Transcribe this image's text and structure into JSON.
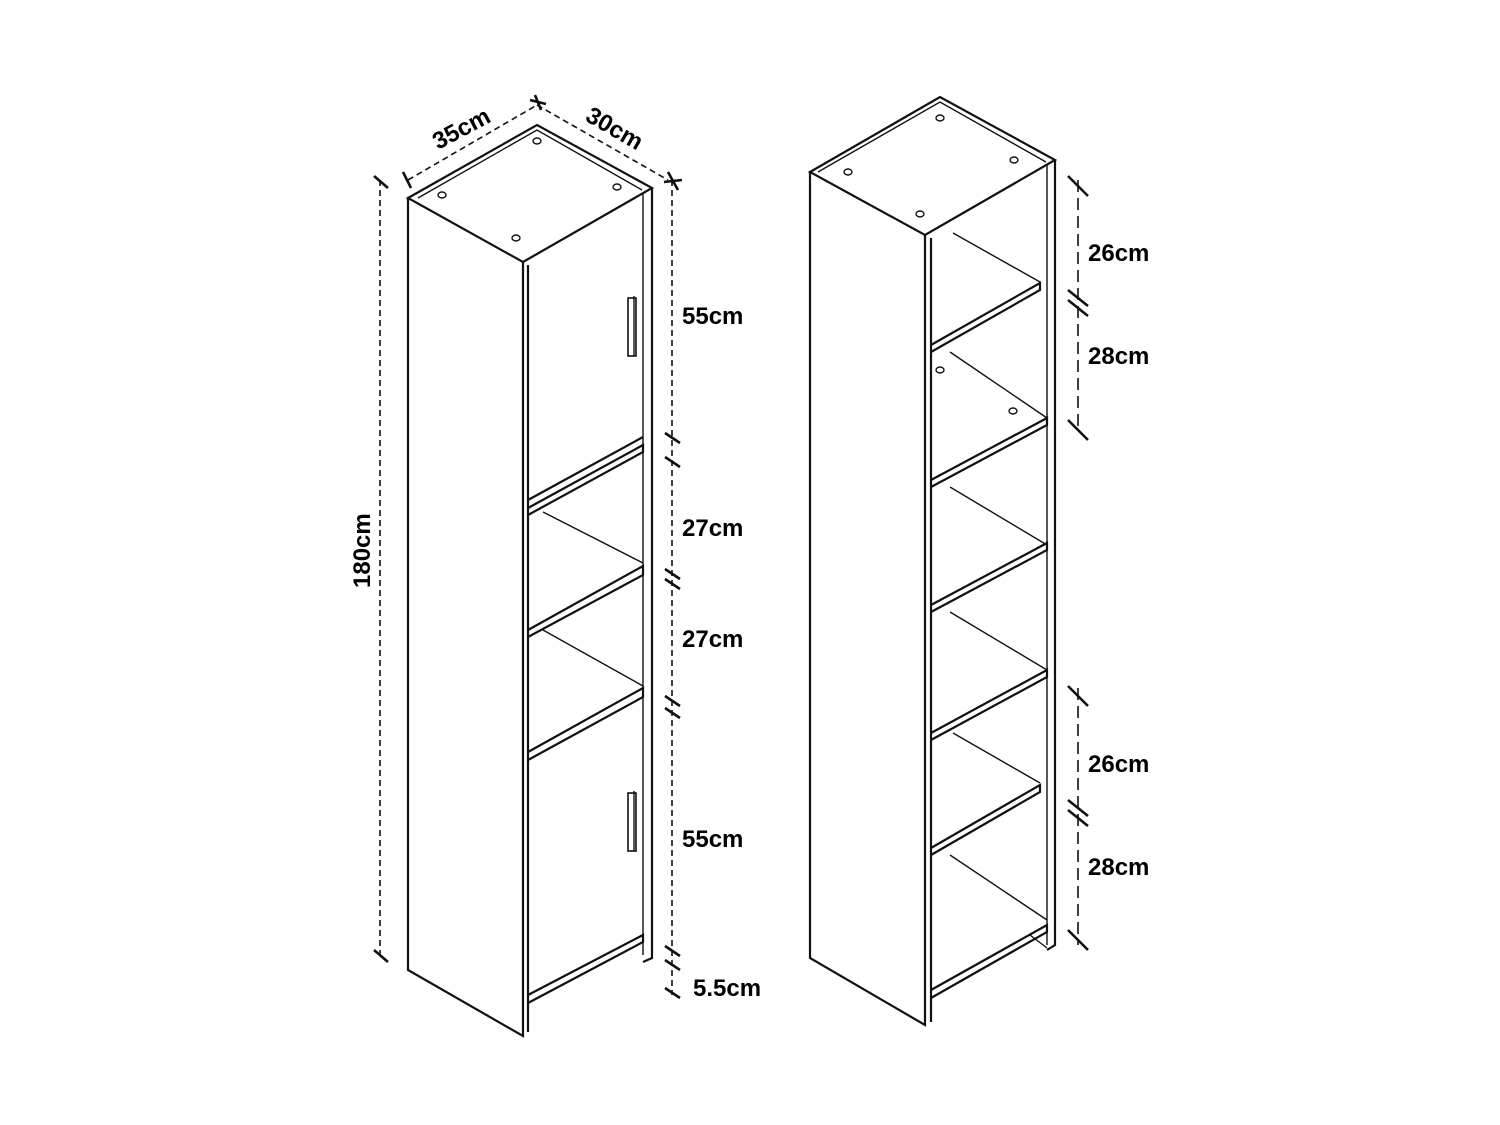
{
  "diagram": {
    "type": "furniture dimension drawing",
    "left_cabinet": {
      "description": "Tall cabinet with two doors and two open shelves",
      "width_label": "35cm",
      "depth_label": "30cm",
      "height_label": "180cm",
      "sections": [
        {
          "label": "55cm",
          "kind": "upper door"
        },
        {
          "label": "27cm",
          "kind": "open shelf"
        },
        {
          "label": "27cm",
          "kind": "open shelf"
        },
        {
          "label": "55cm",
          "kind": "lower door"
        },
        {
          "label": "5.5cm",
          "kind": "plinth"
        }
      ]
    },
    "right_cabinet": {
      "description": "Tall open shelving unit without doors",
      "upper_labels": [
        "26cm",
        "28cm"
      ],
      "lower_labels": [
        "26cm",
        "28cm"
      ]
    }
  }
}
